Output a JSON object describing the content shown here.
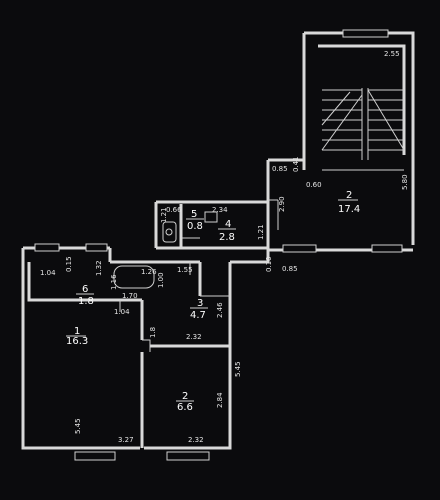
{
  "rooms": [
    {
      "id": "r1",
      "number": "1",
      "area": "16.3"
    },
    {
      "id": "r2a",
      "number": "2",
      "area": "6.6"
    },
    {
      "id": "r2b",
      "number": "2",
      "area": "17.4"
    },
    {
      "id": "r3",
      "number": "3",
      "area": "4.7"
    },
    {
      "id": "r4",
      "number": "4",
      "area": "2.8"
    },
    {
      "id": "r5",
      "number": "5",
      "area": "0.8"
    },
    {
      "id": "r6",
      "number": "6",
      "area": "1.8"
    }
  ],
  "dimensions": {
    "d_255": "2.55",
    "d_085_top": "0.85",
    "d_041": "0.41",
    "d_060": "0.60",
    "d_580": "5.80",
    "d_290": "2.90",
    "d_066": "0.66",
    "d_234": "2.34",
    "d_121a": "1.21",
    "d_121b": "1.21",
    "d_010": "0.10",
    "d_085_bot": "0.85",
    "d_104_top": "1.04",
    "d_015": "0.15",
    "d_132": "1.32",
    "d_126": "1.26",
    "d_155": "1.55",
    "d_116": "1.16",
    "d_170": "1.70",
    "d_100": "1.00",
    "d_246": "2.46",
    "d_104_mid": "1.04",
    "d_18": "1.8",
    "d_232_top": "2.32",
    "d_545_right": "5.45",
    "d_284": "2.84",
    "d_545_left": "5.45",
    "d_327": "3.27",
    "d_232_bot": "2.32"
  }
}
